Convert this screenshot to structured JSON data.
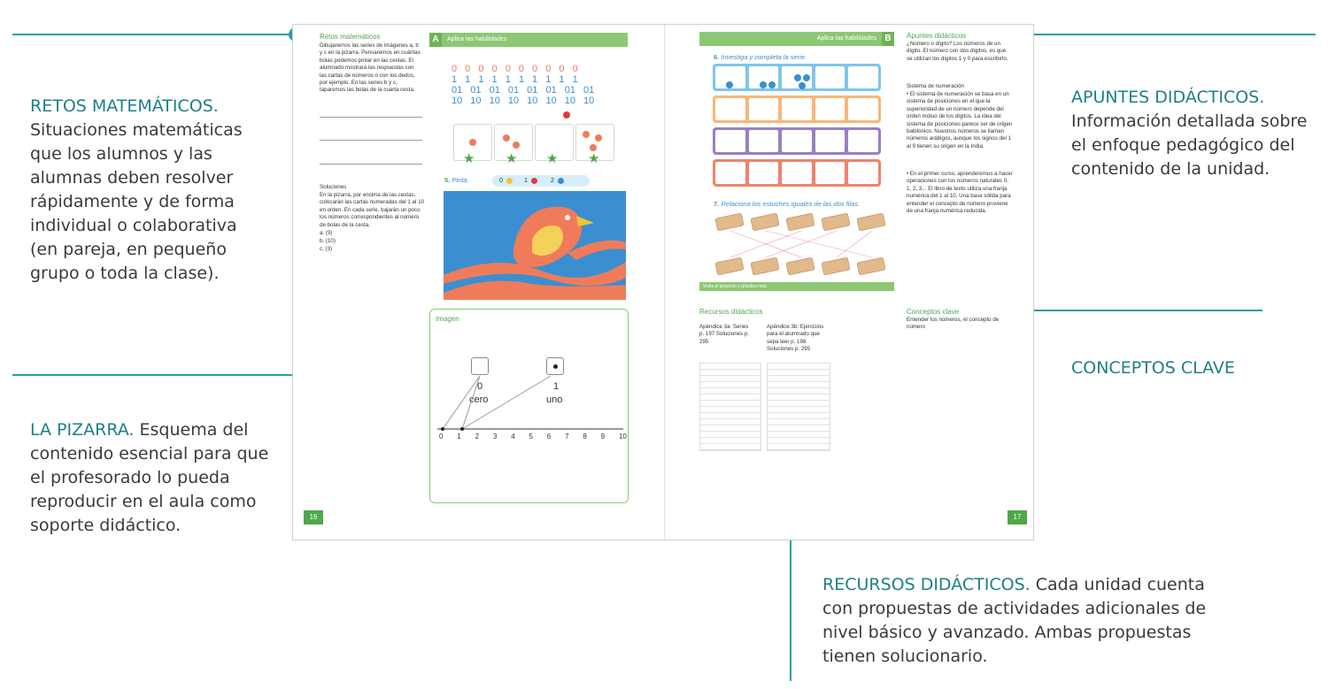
{
  "callouts": {
    "retos": {
      "head": "RETOS MATEMÁTICOS.",
      "body": "Situaciones matemáticas que los alumnos y las alumnas deben resolver rápidamente y de forma individual o colaborativa (en pareja, en pequeño grupo o toda la clase)."
    },
    "pizarra": {
      "head": "LA PIZARRA.",
      "body": "Esquema del contenido esencial para que el profesorado lo pueda reproducir en el aula como soporte didáctico."
    },
    "apuntes": {
      "head": "APUNTES DIDÁCTICOS.",
      "body": "Información detallada sobre el enfoque pedagógico del contenido de la unidad."
    },
    "conceptos": {
      "head": "CONCEPTOS CLAVE"
    },
    "recursos": {
      "head": "RECURSOS DIDÁCTICOS.",
      "body": "Cada unidad cuenta con propuestas de actividades adicionales de nivel básico y avanzado. Ambas propuestas tienen solucionario."
    }
  },
  "page_left": {
    "page_number": "16",
    "retos_title": "Retos matemáticos",
    "retos_text": "Dibujaremos las series de imágenes a, b y c en la pizarra. Pensaremos en cuántas bolas podemos pintar en las cestas. El alumnado mostrará las respuestas con las cartas de números o con los dedos, por ejemplo. En las series b y c, taparemos las bolas de la cuarta cesta.",
    "soluciones_title": "Soluciones",
    "soluciones_text": "En la pizarra, por encima de las cestas, colocarán las cartas numeradas del 1 al 10 en orden. En cada serie, bajarán un poco los números correspondientes al número de bolas de la cesta.",
    "sol_a": "a. (9)",
    "sol_b": "b. (10)",
    "sol_c": "c. (3)",
    "band_letter": "A",
    "band_text": "Aplica las habilidades",
    "rows": {
      "zeros": "0 0 0 0 0 0 0 0 0 0",
      "ones": "1 1 1 1 1 1 1 1 1 1",
      "zero_ones": "01 01 01 01 01 01 01 01",
      "tens": "10 10 10 10 10 10 10 10"
    },
    "ex5_num": "5.",
    "ex5_title": "Pinta.",
    "legend": {
      "zero": "0",
      "one": "1",
      "two": "2"
    },
    "imagen_title": "Imagen",
    "pizarra_zero": "0",
    "pizarra_cero": "cero",
    "pizarra_one": "1",
    "pizarra_uno": "uno",
    "axis_ticks": [
      "0",
      "1",
      "2",
      "3",
      "4",
      "5",
      "6",
      "7",
      "8",
      "9",
      "10"
    ]
  },
  "page_right": {
    "page_number": "17",
    "band_letter": "B",
    "band_text": "Aplica las habilidades",
    "ex6_num": "6.",
    "ex6_title": "Investiga y completa la serie.",
    "ex7_num": "7.",
    "ex7_title": "Relaciona los estuches iguales de las dos filas.",
    "footer_band": "Visita el proyecto y practica más",
    "apuntes_title": "Apuntes didácticos",
    "apuntes_intro": "¿Número o dígito? Los números de un dígito. El número con dos dígitos, es que se utilizan los dígitos 1 y 0 para escribirlo.",
    "sistema_title": "Sistema de numeración",
    "bullet1": "• El sistema de numeración se basa en un sistema de posiciones en el que la superioridad de un número depende del orden mútuo de los dígitos. La idea del sistema de posiciones parece ser de origen babilónico. Nuestros números se llaman números arábigos, aunque los signos del 1 al 9 tienen su origen en la India.",
    "bullet2": "• En el primer curso, aprenderemos a hacer operaciones con los números naturales 0, 1, 2, 3... El libro de texto utiliza una franja numérica del 1 al 10. Una base sólida para entender el concepto de número proviene de una franja numérica reducida.",
    "recursos_title": "Recursos didácticos",
    "apendice_a": "Apéndice 3a: Series p. 197 Soluciones p. 295",
    "apendice_b": "Apéndice 3b: Ejercicios para el alumnado que sepa leer p. 198 Soluciones p. 295",
    "conceptos_title": "Conceptos clave",
    "conceptos_text": "Entender los números, el concepto de número"
  },
  "colors": {
    "accent": "#2a9ea6",
    "green": "#4fa84a",
    "band_green": "#8cc874",
    "row_blue": "#7fc6e8",
    "row_orange": "#f7b77a",
    "row_purple": "#9a7fc0",
    "row_red": "#f0826a"
  }
}
